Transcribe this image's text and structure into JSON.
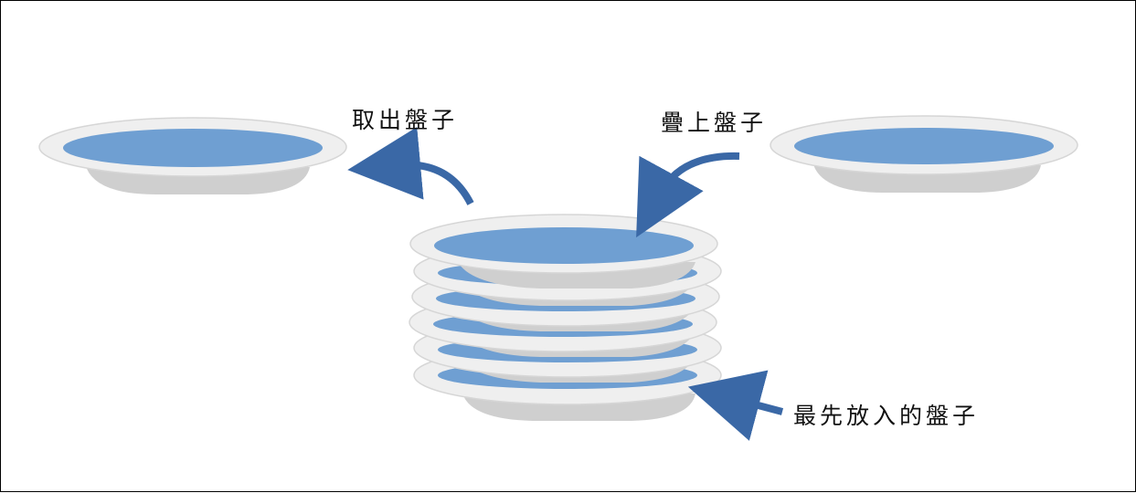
{
  "labels": {
    "take_out": "取出盤子",
    "stack_on": "疊上盤子",
    "first_in": "最先放入的盤子"
  },
  "colors": {
    "plate_rim": "#efefef",
    "plate_rim_stroke": "#d6d6d6",
    "plate_body": "#cfcfcf",
    "plate_inner": "#6f9fd2",
    "arrow": "#3a68a6"
  },
  "stack": {
    "plate_count": 6
  }
}
